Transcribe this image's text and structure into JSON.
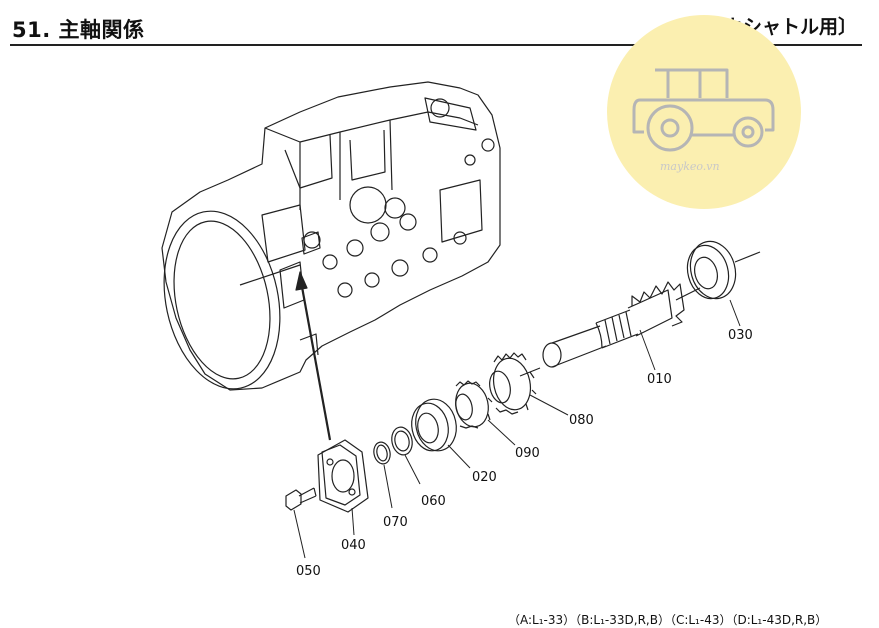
{
  "header": {
    "title": "51. 主軸関係",
    "variant": "〔メカシャトル用〕"
  },
  "parts": {
    "p010": "010",
    "p020": "020",
    "p030": "030",
    "p040": "040",
    "p050": "050",
    "p060": "060",
    "p070": "070",
    "p080": "080",
    "p090": "090"
  },
  "watermark": {
    "text": "maykeo.vn",
    "circle_color": "#fbefb0",
    "icon": "tractor-icon"
  },
  "footer": {
    "models": "（A:L₁-33）（B:L₁-33D,R,B）（C:L₁-43）（D:L₁-43D,R,B）"
  }
}
